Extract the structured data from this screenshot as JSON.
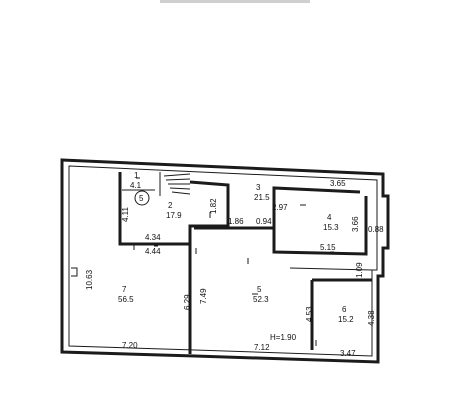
{
  "rooms": [
    {
      "id": "r1",
      "number": "1",
      "area": "4.1"
    },
    {
      "id": "r2",
      "number": "2",
      "area": "17.9"
    },
    {
      "id": "r3",
      "number": "3",
      "area": "21.5"
    },
    {
      "id": "r4",
      "number": "4",
      "area": "15.3"
    },
    {
      "id": "r5",
      "number": "5",
      "area": "52.3"
    },
    {
      "id": "r6",
      "number": "6",
      "area": "15.2"
    },
    {
      "id": "r7",
      "number": "7",
      "area": "56.5"
    }
  ],
  "floor_marker": "5",
  "height_label": "H=1.90",
  "dimensions": {
    "d365": "3.65",
    "d297": "2.97",
    "d366": "3.66",
    "d088": "0.88",
    "d186": "1.86",
    "d094": "0.94",
    "d182": "1.82",
    "d411": "4.11",
    "d434": "4.34",
    "d444": "4.44",
    "d515": "5.15",
    "d109": "1.09",
    "d1063": "10.63",
    "d629": "6.29",
    "d749": "7.49",
    "d453": "4.53",
    "d438": "4.38",
    "d720": "7.20",
    "d712": "7.12",
    "d347": "3.47"
  }
}
